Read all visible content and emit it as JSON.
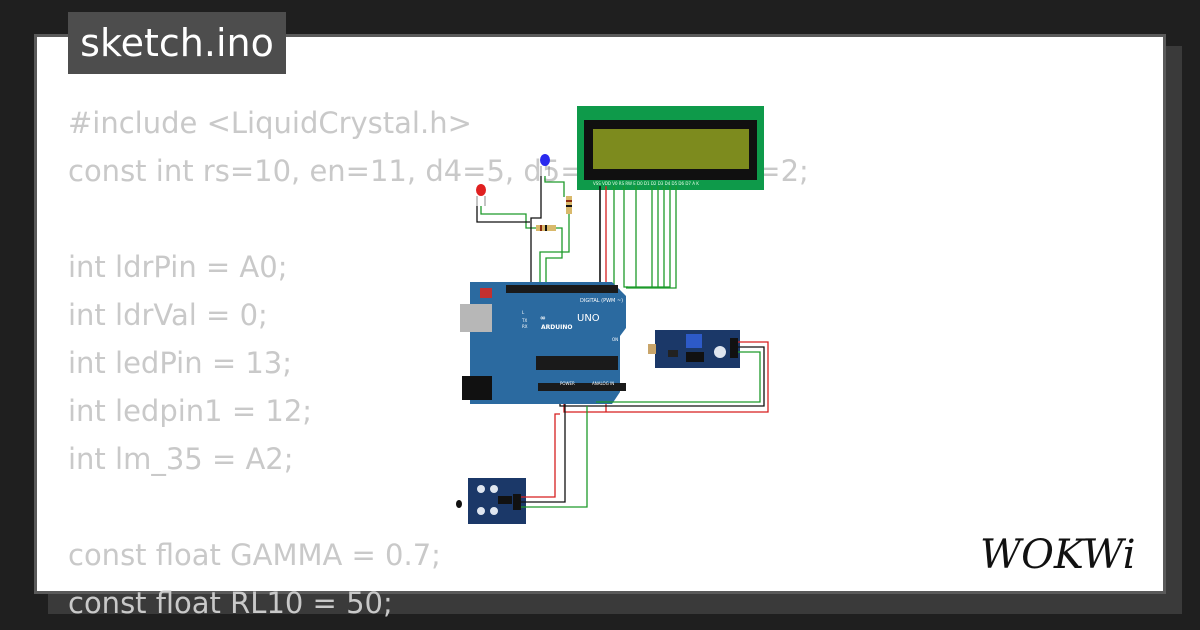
{
  "tab": {
    "filename": "sketch.ino"
  },
  "code_lines": [
    "#include <LiquidCrystal.h>",
    "const int rs=10, en=11, d4=5, d5=4, d6=3, d7=2;",
    "",
    "int ldrPin = A0;",
    "int ldrVal = 0;",
    "int ledPin = 13;",
    "int ledpin1 = 12;",
    "int lm_35 = A2;",
    "",
    "const float GAMMA = 0.7;",
    "const float RL10 = 50;"
  ],
  "board": {
    "brand": "ARDUINO",
    "model": "UNO",
    "digital_header": "DIGITAL (PWM ~)",
    "power_header": "POWER",
    "analog_header": "ANALOG IN",
    "on_label": "ON",
    "led_labels": [
      "L",
      "TX",
      "RX"
    ]
  },
  "lcd": {
    "pin_labels": "VSS VDD V0 RS RW E D0 D1 D2 D3 D4 D5 D6 D7 A K"
  },
  "logo": {
    "text": "WOKWi"
  },
  "colors": {
    "background": "#1f1f1f",
    "card": "#ffffff",
    "code_text": "#c9c9c9",
    "tab_bg": "#4d4d4d",
    "board_blue": "#2b6aa0",
    "lcd_pcb": "#0e9a4a",
    "lcd_screen": "#7d8b1e",
    "sensor_pcb": "#1b3868",
    "wire_green": "#1d9a2a",
    "wire_red": "#d61f1f",
    "wire_black": "#111111"
  },
  "icons": [
    "red-led-icon",
    "blue-led-icon",
    "resistor-icon",
    "potentiometer-icon",
    "ldr-icon",
    "thermistor-icon"
  ]
}
